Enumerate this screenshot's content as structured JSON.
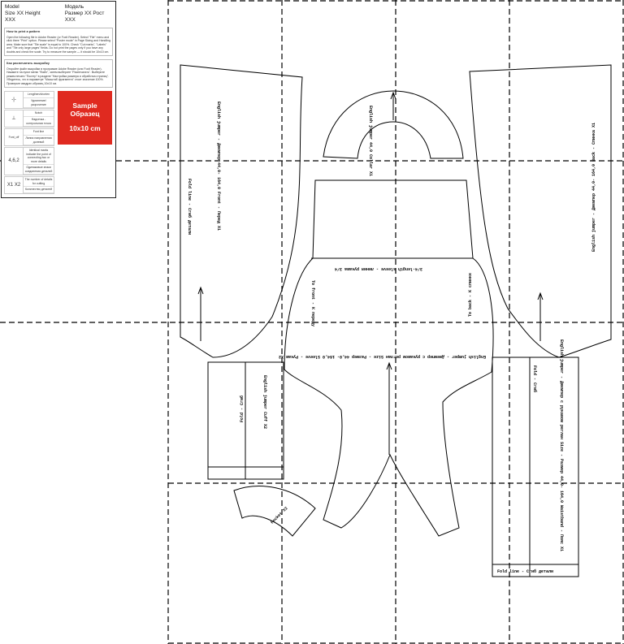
{
  "info": {
    "model_en": "Model",
    "size_en": "Size XX Height XXX",
    "model_ru": "Модель",
    "size_ru": "Размер XX Рост XXX",
    "print_title": "How to print a pattern",
    "print_text": "Open the following file in Adobe Reader (or Foxit Reader). Select \"File\" menu and click there \"Print\" option. Please select \"Poster mode\" in Page Sizing and Handling area. Make sure that \"Tile scale\" is equal to 100%. Check \"Cut marks\", \"Labels\" and \"Tile only large pages\" fields. Do not print the pages only if you have any doubts and check the scale. Try to measure the sample — it should be 10x10 cm.",
    "print_ru_title": "Как распечатать выкройку",
    "print_ru_text": "Откройте файл выкройки в программе Adobe Reader (или Foxit Reader). Нажмите на пункт меню \"Файл\", затем выберите \"Распечатать\". Выберите режим печати \"Постер\" в разделе \"Настройка размера и обработка страниц\". Убедитесь, что в параметре \"Масштаб фрагмента\" стоит значение 100%. Проверьте квадрат-образец 10x10 см."
  },
  "legend": [
    {
      "symbol": "-|-",
      "en": "Lengthen/shorten",
      "ru": "Удлинение/укорочение"
    },
    {
      "symbol": "⊥",
      "en": "Notch",
      "ru": "Надсечка - контрольная точка"
    },
    {
      "symbol": "Font_off",
      "en": "Font line",
      "ru": "Линия направления долевой"
    },
    {
      "symbol": "4,6,2",
      "en": "Identical marks indicate the point of connecting two or more details",
      "ru": "Одинаковые знаки соединения деталей"
    },
    {
      "symbol": "X1 X2",
      "en": "The number of details for cutting",
      "ru": "Количество деталей"
    }
  ],
  "sample": {
    "en": "Sample",
    "ru": "Образец",
    "size": "10x10 cm"
  },
  "pieces": {
    "front_fold": "Fold line - Сгиб детали",
    "front_label": "English jumper - Джемпер 44,0- 164,0 Front - Перед X1",
    "back_label": "English jumper - Джемпер 44,0- 164,0 Back - Спинка X1",
    "collar_label": "English jumper 44,0 Collar X1",
    "sleeve_length": "3/4-length sleeve - линия рукава 3/4",
    "to_front": "To front - К переду",
    "to_back": "To back - К спинке",
    "sleeve_label": "English jumper - Джемпер с рукавом реглан Size - Размер 44,0- 164,0 Sleeve - Рукав X2",
    "cuff_label": "English jumper Cuff X2",
    "cuff_fold": "Fold - Сгиб",
    "band_fold": "Fold - Сгиб",
    "band_label": "English jumper - Джемпер с рукавом реглан Size - Размер 44,0- 164,0 Waistband - Пояс X1",
    "band_fold_line": "Fold line - Сгиб детали",
    "pocket_label": "Pocket X2"
  }
}
